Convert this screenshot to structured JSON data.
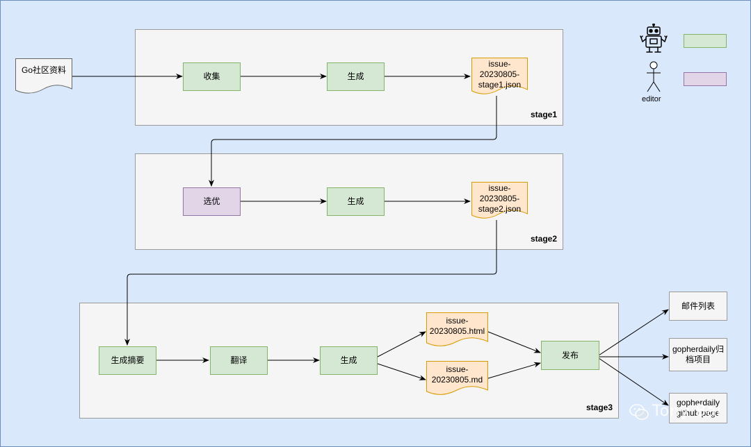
{
  "nodes": {
    "go_community": "Go社区资料",
    "collect": "收集",
    "generate1": "生成",
    "json1": "issue-\n20230805-\nstage1.json",
    "select": "选优",
    "generate2": "生成",
    "json2": "issue-\n20230805-\nstage2.json",
    "summary": "生成摘要",
    "translate": "翻译",
    "generate3": "生成",
    "html_out": "issue-\n20230805.html",
    "md_out": "issue-\n20230805.md",
    "publish": "发布",
    "mail_list": "邮件列表",
    "archive": "gopherdaily归\n档项目",
    "github": "gopherdaily\ngithub page"
  },
  "stages": {
    "stage1": "stage1",
    "stage2": "stage2",
    "stage3": "stage3"
  },
  "legend": {
    "editor": "editor",
    "robot_icon": "robot-icon",
    "person_icon": "person-icon"
  },
  "watermark": "Tony Bai",
  "colors": {
    "background": "#dae8fc",
    "green_fill": "#d5e8d4",
    "green_stroke": "#82b366",
    "purple_fill": "#e1d5e7",
    "purple_stroke": "#9673a6",
    "orange_fill": "#ffe6cc",
    "orange_stroke": "#d79b00",
    "stage_fill": "#f5f5f5"
  }
}
